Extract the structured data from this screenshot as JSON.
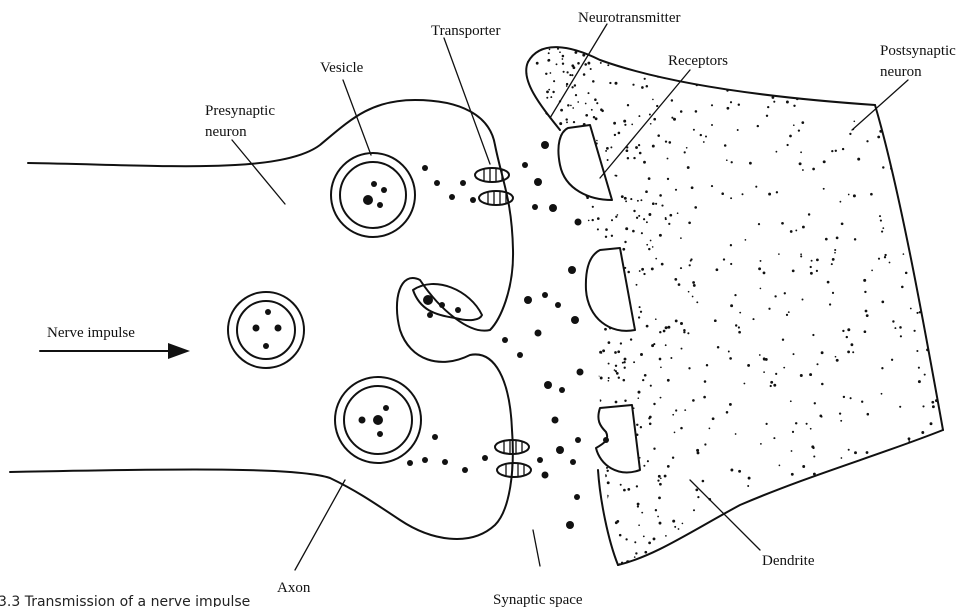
{
  "labels": {
    "transporter": "Transporter",
    "neurotransmitter": "Neurotransmitter",
    "vesicle": "Vesicle",
    "receptors": "Receptors",
    "postsynaptic_line1": "Postsynaptic",
    "postsynaptic_line2": "neuron",
    "presynaptic_line1": "Presynaptic",
    "presynaptic_line2": "neuron",
    "nerve_impulse": "Nerve impulse",
    "axon": "Axon",
    "synaptic_space": "Synaptic space",
    "dendrite": "Dendrite"
  },
  "caption": "3.3 Transmission of a nerve impulse"
}
